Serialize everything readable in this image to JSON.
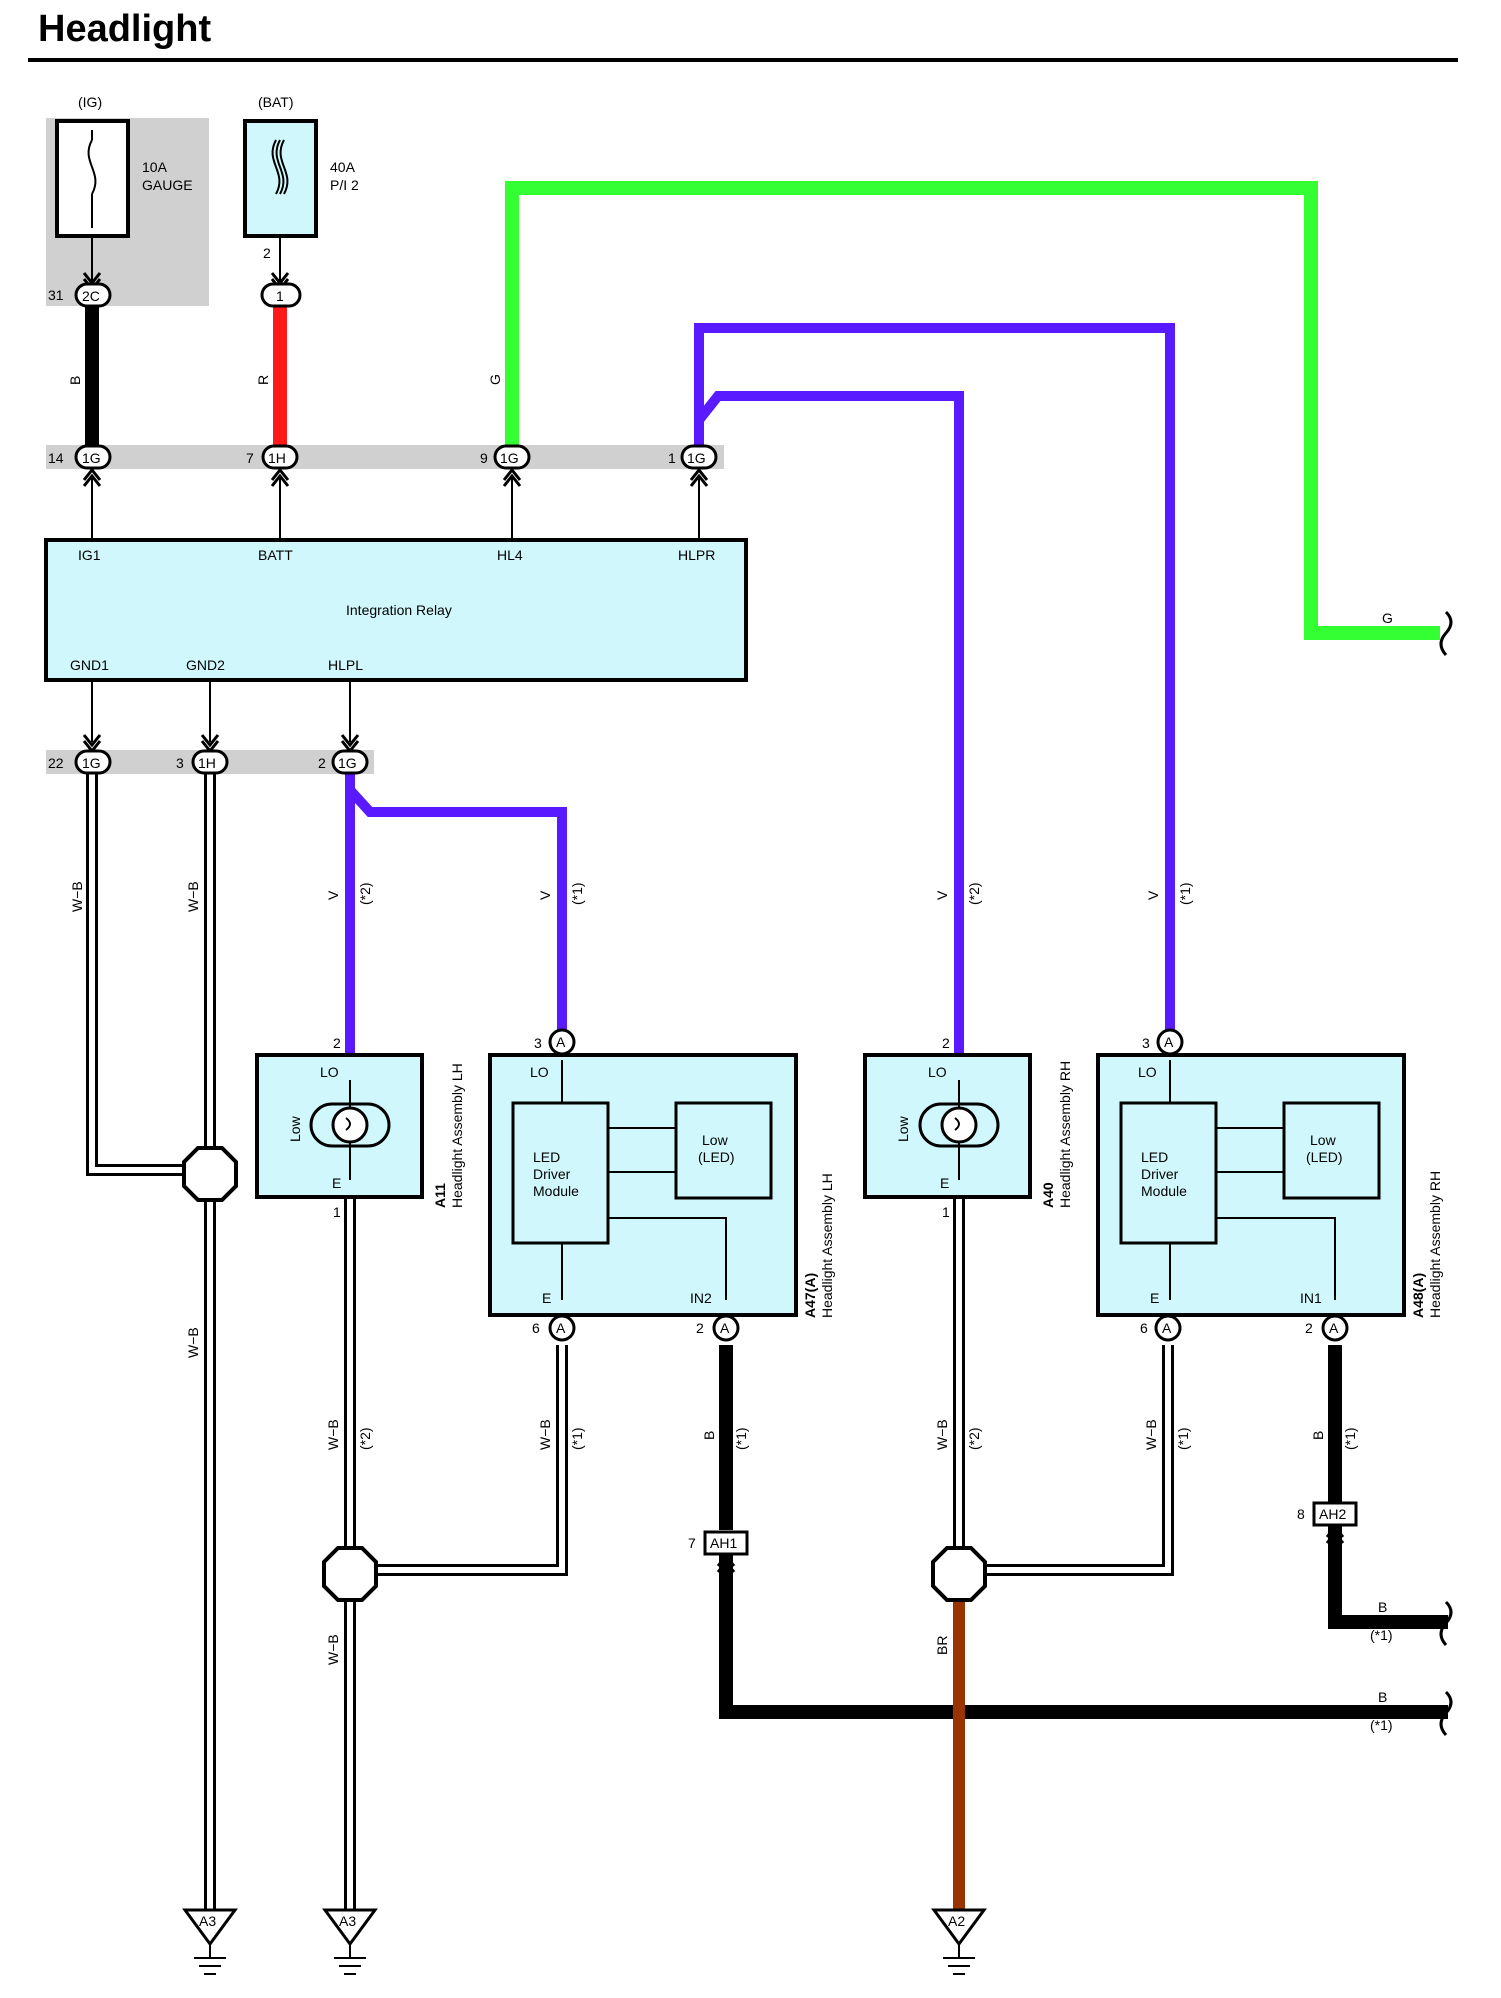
{
  "title": "Headlight",
  "colors": {
    "green": "#33ff33",
    "violet": "#5a1aff",
    "red": "#ff1a1a",
    "black": "#000000",
    "brown": "#993300",
    "white_black": "#ffffff",
    "box_fill": "#d0f8fc",
    "shade": "#d0d0d0"
  },
  "fuses": [
    {
      "supply": "(IG)",
      "rating": "10A",
      "name": "GAUGE",
      "pin": "31",
      "connector": "2C"
    },
    {
      "supply": "(BAT)",
      "rating": "40A",
      "name": "P/I 2",
      "pin": "2",
      "connector": "1"
    }
  ],
  "relay": {
    "name": "Integration Relay",
    "top_terminals": [
      {
        "label": "IG1",
        "pin": "14",
        "connector": "1G"
      },
      {
        "label": "BATT",
        "pin": "7",
        "connector": "1H"
      },
      {
        "label": "HL4",
        "pin": "9",
        "connector": "1G"
      },
      {
        "label": "HLPR",
        "pin": "1",
        "connector": "1G"
      }
    ],
    "bottom_terminals": [
      {
        "label": "GND1",
        "pin": "22",
        "connector": "1G"
      },
      {
        "label": "GND2",
        "pin": "3",
        "connector": "1H"
      },
      {
        "label": "HLPL",
        "pin": "2",
        "connector": "1G"
      }
    ]
  },
  "wire_labels": {
    "b": "B",
    "r": "R",
    "g": "G",
    "v": "V",
    "wb": "W−B",
    "br": "BR",
    "note1": "(*1)",
    "note2": "(*2)"
  },
  "components": {
    "a11": {
      "code": "A11",
      "name": "Headlight Assembly LH",
      "lo": "LO",
      "e": "E",
      "bulb": "Low",
      "pin_top": "2",
      "pin_bottom": "1"
    },
    "a47": {
      "code": "A47(A)",
      "name": "Headlight Assembly LH",
      "lo": "LO",
      "e": "E",
      "in": "IN2",
      "module": [
        "LED",
        "Driver",
        "Module"
      ],
      "led": [
        "Low",
        "(LED)"
      ],
      "pin_top": "3",
      "pin_e": "6",
      "pin_in": "2",
      "conn": "A"
    },
    "a40": {
      "code": "A40",
      "name": "Headlight Assembly RH",
      "lo": "LO",
      "e": "E",
      "bulb": "Low",
      "pin_top": "2",
      "pin_bottom": "1"
    },
    "a48": {
      "code": "A48(A)",
      "name": "Headlight Assembly RH",
      "lo": "LO",
      "e": "E",
      "in": "IN1",
      "module": [
        "LED",
        "Driver",
        "Module"
      ],
      "led": [
        "Low",
        "(LED)"
      ],
      "pin_top": "3",
      "pin_e": "6",
      "pin_in": "2",
      "conn": "A"
    }
  },
  "junctions": [
    {
      "pin": "7",
      "name": "AH1"
    },
    {
      "pin": "8",
      "name": "AH2"
    }
  ],
  "grounds": [
    "A3",
    "A3",
    "A2"
  ]
}
